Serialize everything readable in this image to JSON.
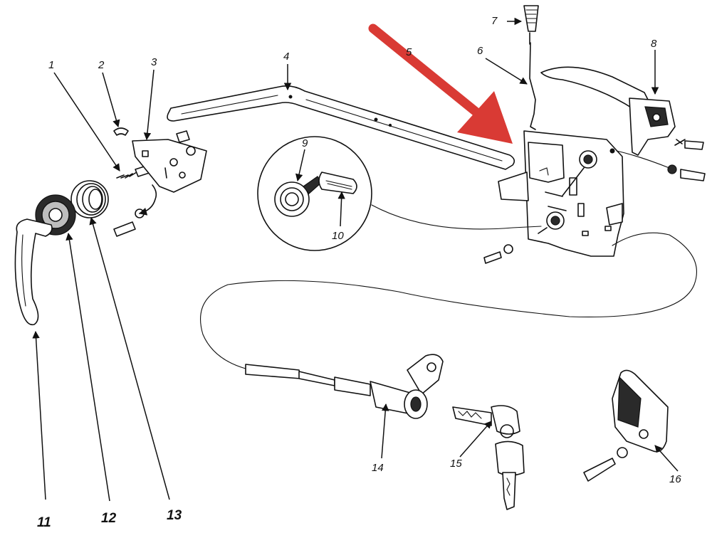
{
  "labels": {
    "p1": "1",
    "p2": "2",
    "p3": "3",
    "p4": "4",
    "p5": "5",
    "p6": "6",
    "p7": "7",
    "p8": "8",
    "p9": "9",
    "p10": "10",
    "p11": "11",
    "p12": "12",
    "p13": "13",
    "p14": "14",
    "p15": "15",
    "p16": "16"
  },
  "colors": {
    "arrow": "#d93a34",
    "ink": "#111111",
    "paper": "#ffffff"
  }
}
